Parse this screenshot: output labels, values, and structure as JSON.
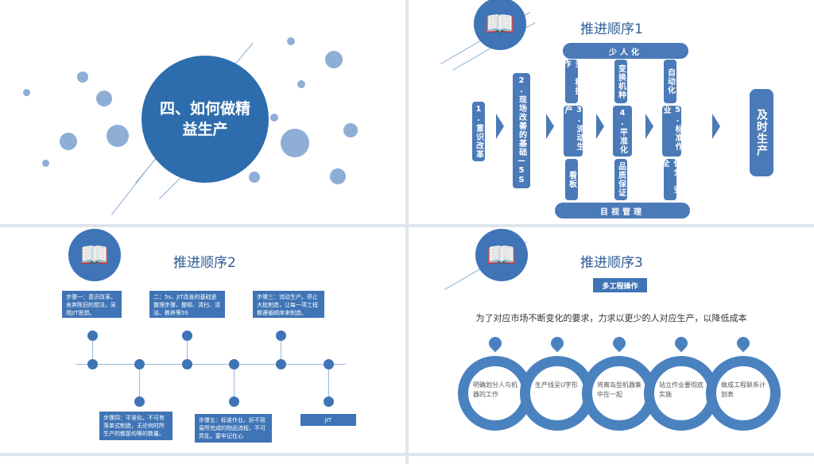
{
  "slide1": {
    "title": "四、如何做精益生产"
  },
  "slide2": {
    "title": "推进顺序1",
    "top_bar": "少人化",
    "bottom_bar": "目视管理",
    "step1": "1.意识改革",
    "step2": "2.现场改善的基础—5S",
    "col1": {
      "top": "多 程操作",
      "mid": "3.流动生产",
      "bottom": "看板"
    },
    "col2": {
      "top": "变换机种",
      "mid": "4.平准化",
      "bottom": "品质保证"
    },
    "col3": {
      "top": "自动化",
      "mid": "5.标准作业",
      "bottom": "保全・安全"
    },
    "result": "及时生产"
  },
  "slide3": {
    "title": "推进顺序2",
    "boxes_top": [
      "步骤一：意识改革。舍弃陈旧的想法，采用JIT思想。",
      "二：5s、JIT改善的基础是整理步骤、整顿、清扫、清洁、教养等5S",
      "步骤三：流动生产。停止大批制造，让每一项工程都遵循顺序来制造。"
    ],
    "boxes_bottom": [
      "步骤四：平准化。不可有落单式制造，无论何时所生产的都是均等的数量。",
      "步骤五：标准作业。好不容易所完成的物品流程，不可弄乱，要牢记在心",
      "JIT"
    ]
  },
  "slide4": {
    "title": "推进顺序3",
    "badge": "多工程操作",
    "subtitle": "为了对应市场不断变化的要求，力求以更少的人对应生产，以降低成本",
    "items": [
      "明确划分人与机器的工作",
      "生产线呈U字形",
      "将离岛型机器集中在一起",
      "站立作业要彻底实施",
      "做成工程联系计划表"
    ]
  }
}
